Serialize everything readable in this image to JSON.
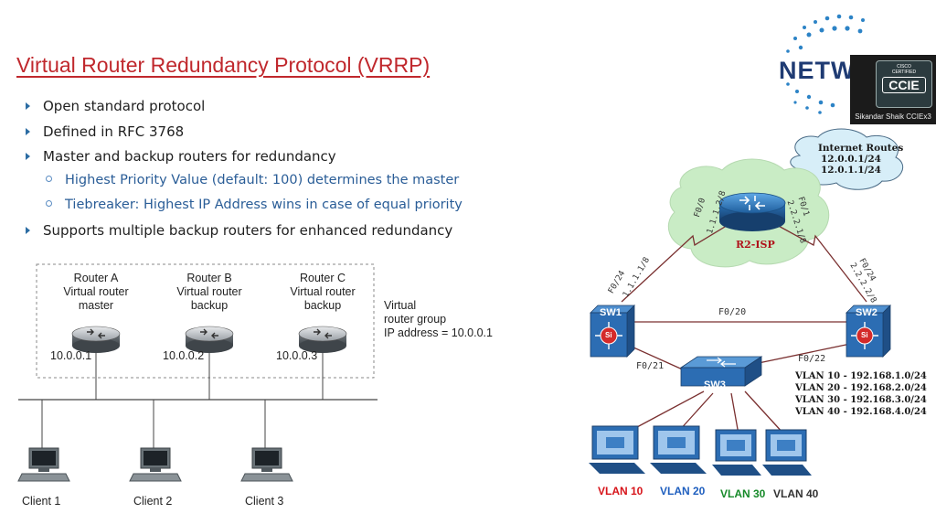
{
  "slide": {
    "title": "Virtual Router Redundancy Protocol (VRRP)",
    "bullets": [
      "Open standard protocol",
      "Defined in RFC 3768",
      "Master and backup routers for redundancy"
    ],
    "sub_bullets": [
      "Highest Priority Value (default: 100) determines the master",
      "Tiebreaker: Highest IP Address wins in case of equal priority"
    ],
    "bullet_last": "Supports multiple backup routers for enhanced redundancy"
  },
  "vrrp_diagram": {
    "routers": [
      {
        "name": "Router A",
        "line2": "Virtual router",
        "line3": "master",
        "ip": "10.0.0.1"
      },
      {
        "name": "Router B",
        "line2": "Virtual router",
        "line3": "backup",
        "ip": "10.0.0.2"
      },
      {
        "name": "Router C",
        "line2": "Virtual router",
        "line3": "backup",
        "ip": "10.0.0.3"
      }
    ],
    "group_label_lines": [
      "Virtual",
      "router group",
      "IP address = 10.0.0.1"
    ],
    "clients": [
      "Client 1",
      "Client 2",
      "Client 3"
    ]
  },
  "topology": {
    "internet_routes_title": "Internet Routes",
    "internet_routes": [
      "12.0.0.1/24",
      "12.0.1.1/24"
    ],
    "isp_label": "R2-ISP",
    "links": {
      "isp_f0_0": "F0/0",
      "isp_f0_0_ip": "1.1.1.2/8",
      "isp_f0_1": "F0/1",
      "isp_f0_1_ip": "2.2.2.1/8",
      "sw1_f0_24": "F0/24",
      "sw1_f0_24_ip": "1.1.1.1/8",
      "sw2_f0_24": "F0/24",
      "sw2_f0_24_ip": "2.2.2.2/8",
      "sw1_sw2": "F0/20",
      "sw1_sw3": "F0/21",
      "sw2_sw3": "F0/22"
    },
    "switches": {
      "sw1": "SW1",
      "sw2": "SW2",
      "sw3": "SW3",
      "si": "Si"
    },
    "vlan_subnets": [
      "VLAN 10 - 192.168.1.0/24",
      "VLAN 20 - 192.168.2.0/24",
      "VLAN 30 - 192.168.3.0/24",
      "VLAN 40 - 192.168.4.0/24"
    ],
    "vlan_pcs": [
      {
        "label": "VLAN 10",
        "color": "#d7141a"
      },
      {
        "label": "VLAN 20",
        "color": "#1f5fbf"
      },
      {
        "label": "VLAN 30",
        "color": "#178a2a"
      },
      {
        "label": "VLAN 40",
        "color": "#333333"
      }
    ]
  },
  "overlay": {
    "logo_text": "NETW",
    "presenter_name": "Sikandar Shaik CCIEx3",
    "badge_line1": "CISCO",
    "badge_line2": "CERTIFIED",
    "badge_main": "CCIE"
  },
  "colors": {
    "title": "#c0282d",
    "sub_bullet": "#2a5d97",
    "cloud": "#c9ecc5",
    "router_blue": "#2a72b8"
  }
}
